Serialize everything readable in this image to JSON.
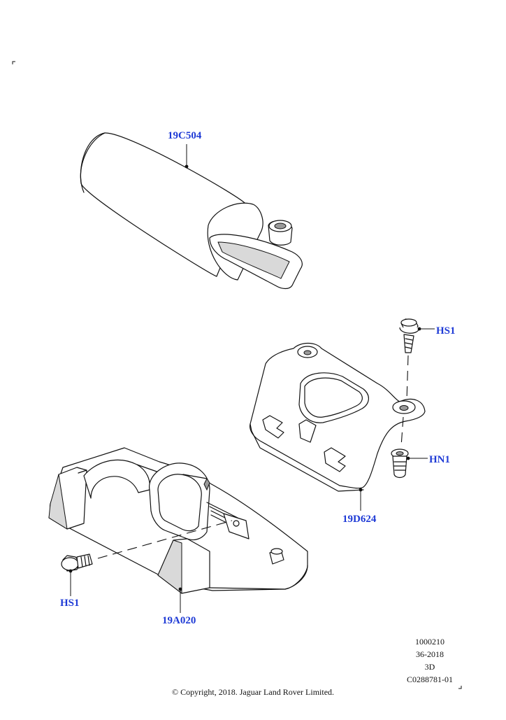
{
  "callouts": {
    "c1": "19C504",
    "c2": "HS1",
    "c3": "HN1",
    "c4": "19D624",
    "c5": "HS1",
    "c6": "19A020"
  },
  "reference": {
    "line1": "1000210",
    "line2": "36-2018",
    "line3": "3D",
    "line4": "C0288781-01"
  },
  "copyright": "© Copyright, 2018. Jaguar Land Rover Limited.",
  "colors": {
    "callout_text": "#1f3bd6",
    "line_art": "#111111"
  }
}
